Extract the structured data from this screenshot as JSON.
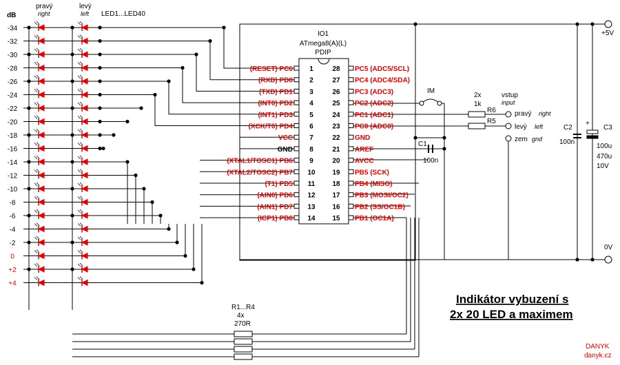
{
  "header": {
    "db_label": "dB",
    "right_label": "pravý",
    "right_label_en": "right",
    "left_label": "levý",
    "left_label_en": "left",
    "led_range": "LED1...LED40"
  },
  "db_levels": [
    "-34",
    "-32",
    "-30",
    "-28",
    "-26",
    "-24",
    "-22",
    "-20",
    "-18",
    "-16",
    "-14",
    "-12",
    "-10",
    "-8",
    "-6",
    "-4",
    "-2",
    "0",
    "+2",
    "+4"
  ],
  "db_red_from": 17,
  "ic": {
    "ref": "IO1",
    "name": "ATmega8(A)(L)",
    "package": "PDIP",
    "left_pins": [
      {
        "num": "1",
        "label": "(RESET) PC6",
        "red": true
      },
      {
        "num": "2",
        "label": "(RXD) PD0",
        "red": true
      },
      {
        "num": "3",
        "label": "(TXD) PD1",
        "red": true
      },
      {
        "num": "4",
        "label": "(INT0) PD2",
        "red": true
      },
      {
        "num": "5",
        "label": "(INT1) PD3",
        "red": true
      },
      {
        "num": "6",
        "label": "(XCK/T0) PD4",
        "red": true
      },
      {
        "num": "7",
        "label": "VCC",
        "red": true
      },
      {
        "num": "8",
        "label": "GND",
        "red": false
      },
      {
        "num": "9",
        "label": "(XTAL1/TOSC1) PB6",
        "red": true
      },
      {
        "num": "10",
        "label": "(XTAL2/TOSC2) PB7",
        "red": true
      },
      {
        "num": "11",
        "label": "(T1) PD5",
        "red": true
      },
      {
        "num": "12",
        "label": "(AIN0) PD6",
        "red": true
      },
      {
        "num": "13",
        "label": "(AIN1) PD7",
        "red": true
      },
      {
        "num": "14",
        "label": "(ICP1) PB0",
        "red": true
      }
    ],
    "right_pins": [
      {
        "num": "28",
        "label": "PC5 (ADC5/SCL)",
        "red": true
      },
      {
        "num": "27",
        "label": "PC4 (ADC4/SDA)",
        "red": true
      },
      {
        "num": "26",
        "label": "PC3 (ADC3)",
        "red": true
      },
      {
        "num": "25",
        "label": "PC2 (ADC2)",
        "red": true
      },
      {
        "num": "24",
        "label": "PC1 (ADC1)",
        "red": true
      },
      {
        "num": "23",
        "label": "PC0 (ADC0)",
        "red": true
      },
      {
        "num": "22",
        "label": "GND",
        "red": true
      },
      {
        "num": "21",
        "label": "AREF",
        "red": true
      },
      {
        "num": "20",
        "label": "AVCC",
        "red": true
      },
      {
        "num": "19",
        "label": "PB5 (SCK)",
        "red": true
      },
      {
        "num": "18",
        "label": "PB4 (MISO)",
        "red": true
      },
      {
        "num": "17",
        "label": "PB3 (MOSI/OC2)",
        "red": true
      },
      {
        "num": "16",
        "label": "PB2 (SS/OC1B)",
        "red": true
      },
      {
        "num": "15",
        "label": "PB1 (OC1A)",
        "red": true
      }
    ]
  },
  "components": {
    "switch": "IM",
    "res_count": "2x",
    "res_value": "1k",
    "r6": "R6",
    "r5": "R5",
    "input_label": "vstup",
    "input_label_en": "input",
    "in_right": "pravý",
    "in_right_en": "right",
    "in_left": "levý",
    "in_left_en": "left",
    "in_gnd": "zem",
    "in_gnd_en": "gnd",
    "c1": "C1",
    "c1_val": "100n",
    "c2": "C2",
    "c2_val": "100n",
    "c3": "C3",
    "c3_val1": "100u",
    "c3_val2": "470u",
    "c3_val3": "10V",
    "c3_plus": "+",
    "vcc": "+5V",
    "gnd": "0V",
    "r1_r4": "R1...R4",
    "r_count": "4x",
    "r_value": "270R"
  },
  "title": {
    "line1": "Indikátor vybuzení s",
    "line2": "2x 20 LED a maximem"
  },
  "credit": {
    "name": "DANYK",
    "site": "danyk.cz"
  },
  "colors": {
    "led": "#e00000",
    "label_red": "#e00000",
    "wire": "#000000"
  }
}
